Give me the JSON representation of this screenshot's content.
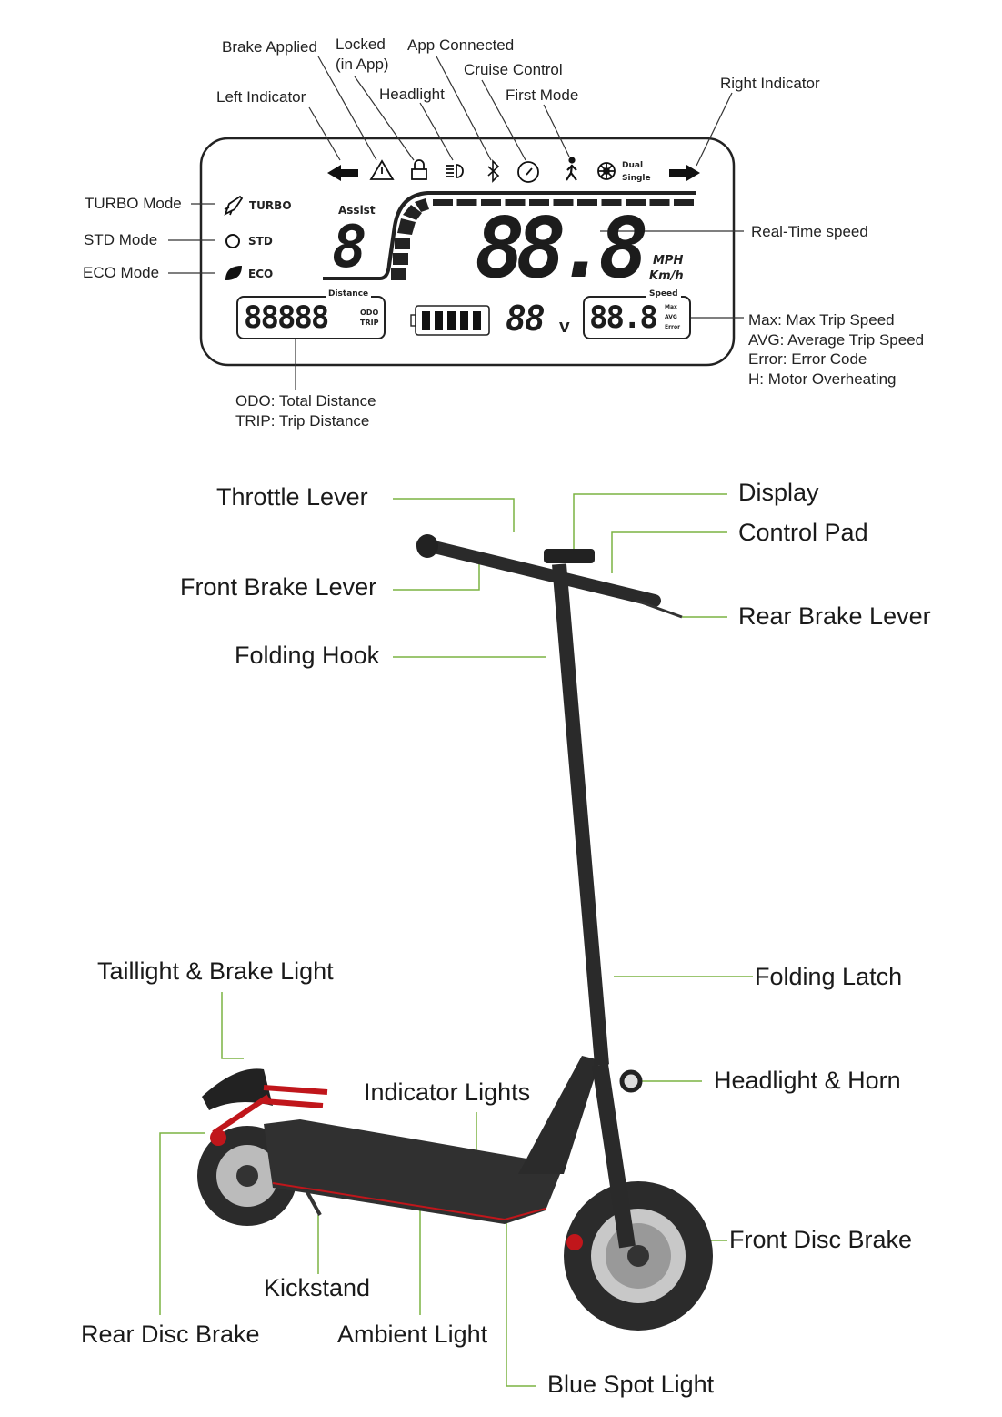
{
  "display_diagram": {
    "top_labels": {
      "brake_applied": "Brake Applied",
      "locked_line1": "Locked",
      "locked_line2": "(in App)",
      "app_connected": "App Connected",
      "cruise_control": "Cruise Control",
      "headlight": "Headlight",
      "first_mode": "First Mode",
      "left_indicator": "Left Indicator",
      "right_indicator": "Right Indicator"
    },
    "side_labels": {
      "turbo_mode": "TURBO Mode",
      "std_mode": "STD Mode",
      "eco_mode": "ECO Mode",
      "real_time_speed": "Real-Time speed"
    },
    "speed_notes": [
      "Max: Max Trip Speed",
      "AVG: Average Trip Speed",
      "Error: Error Code",
      "H: Motor Overheating"
    ],
    "distance_notes": [
      "ODO: Total Distance",
      "TRIP: Trip Distance"
    ],
    "lcd": {
      "mode_turbo": "TURBO",
      "mode_std": "STD",
      "mode_eco": "ECO",
      "assist_label": "Assist",
      "assist_digit": "8",
      "speed_digits": "88.8",
      "unit_mph": "MPH",
      "unit_kmh": "Km/h",
      "distance_label": "Distance",
      "odo_digits": "88888",
      "odo": "ODO",
      "trip": "TRIP",
      "voltage_digits": "88",
      "voltage_unit": "V",
      "speed_box_label": "Speed",
      "speed_box_digits": "88.8",
      "max": "Max",
      "avg": "AVG",
      "error": "Error",
      "dual": "Dual",
      "single": "Single"
    }
  },
  "scooter_labels": {
    "throttle_lever": "Throttle Lever",
    "front_brake_lever": "Front Brake Lever",
    "folding_hook": "Folding Hook",
    "display": "Display",
    "control_pad": "Control Pad",
    "rear_brake_lever": "Rear Brake Lever",
    "folding_latch": "Folding Latch",
    "headlight_horn": "Headlight & Horn",
    "front_disc_brake": "Front Disc Brake",
    "taillight_brake_light": "Taillight & Brake Light",
    "indicator_lights": "Indicator Lights",
    "kickstand": "Kickstand",
    "rear_disc_brake": "Rear Disc Brake",
    "ambient_light": "Ambient Light",
    "blue_spot_light": "Blue Spot Light"
  },
  "colors": {
    "leader_green": "#7cb342",
    "accent_red": "#c0161b",
    "frame": "#2a2a2a"
  }
}
